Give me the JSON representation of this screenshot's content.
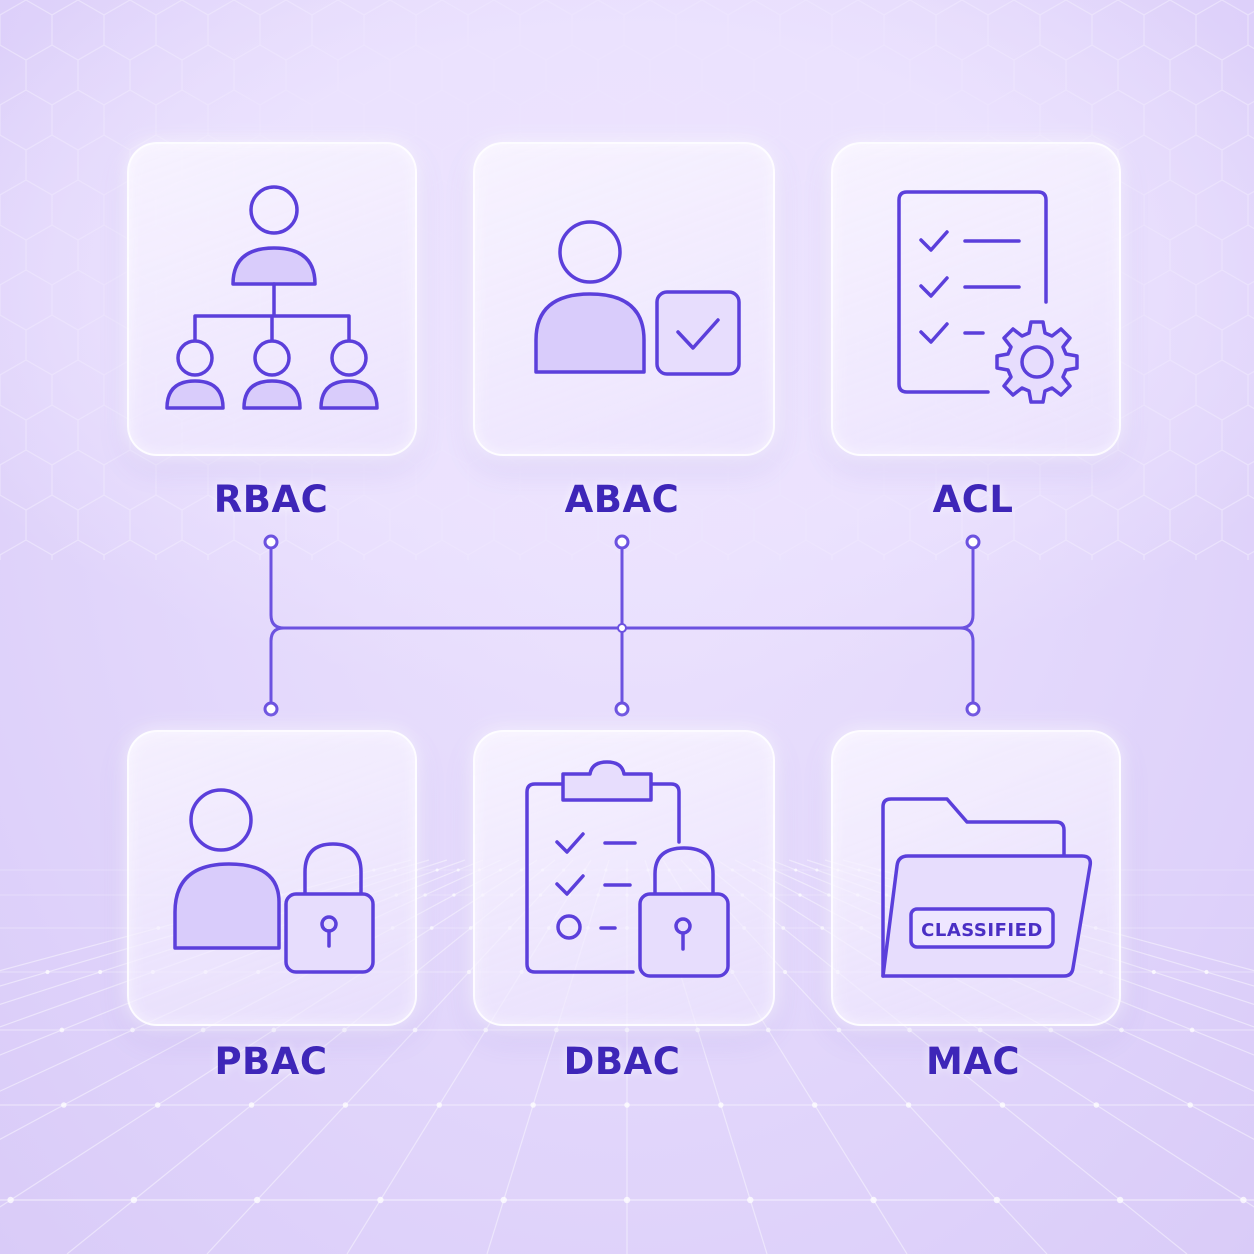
{
  "labels": {
    "rbac": "RBAC",
    "abac": "ABAC",
    "acl": "ACL",
    "pbac": "PBAC",
    "dbac": "DBAC",
    "mac": "MAC"
  },
  "mac_badge_text": "CLASSIFIED",
  "colors": {
    "icon_stroke": "#5b3fdb",
    "label_text": "#3e26b8",
    "background": "#e4d9fc"
  },
  "icons": {
    "rbac": "org-hierarchy-icon",
    "abac": "user-checkbox-icon",
    "acl": "checklist-gear-icon",
    "pbac": "user-padlock-icon",
    "dbac": "clipboard-padlock-icon",
    "mac": "classified-folder-icon"
  }
}
